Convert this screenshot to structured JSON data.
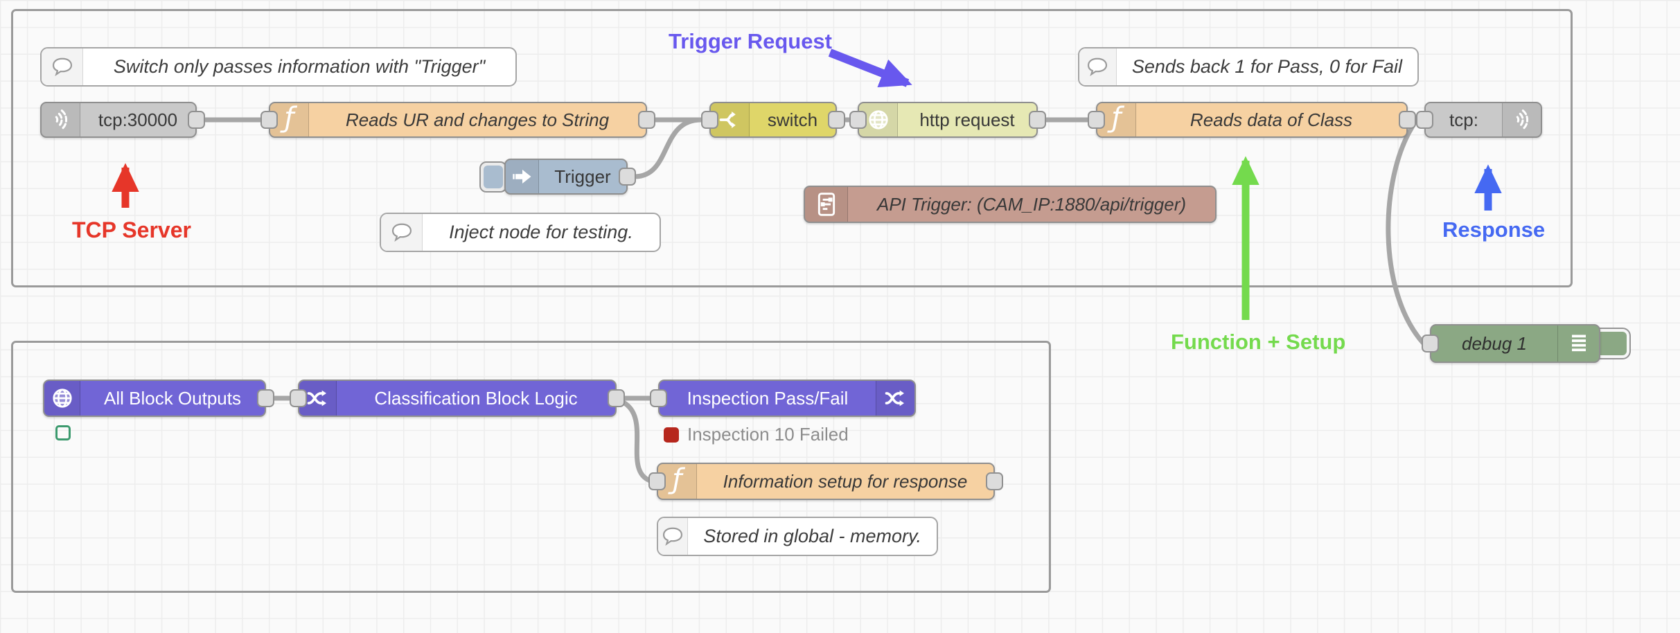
{
  "app": "node-red-flow-editor",
  "nodes": {
    "tcp_in": {
      "label": "tcp:30000",
      "type": "tcp in",
      "color": "#c9c9c9"
    },
    "func_read_ur": {
      "label": "Reads UR and changes to String",
      "type": "function",
      "color": "#f6d1a2"
    },
    "switch": {
      "label": "switch",
      "type": "switch",
      "color": "#dfd669"
    },
    "http_request": {
      "label": "http request",
      "type": "http request",
      "color": "#e6e8b4"
    },
    "func_read_class": {
      "label": "Reads data of Class",
      "type": "function",
      "color": "#f6d1a2"
    },
    "tcp_out": {
      "label": "tcp:",
      "type": "tcp out",
      "color": "#c9c9c9"
    },
    "trigger": {
      "label": "Trigger",
      "type": "inject",
      "color": "#a9bccf"
    },
    "api": {
      "label": "API Trigger: (CAM_IP:1880/api/trigger)",
      "type": "template",
      "color": "#c59c90"
    },
    "debug": {
      "label": "debug 1",
      "type": "debug",
      "color": "#8ba884"
    },
    "all_block": {
      "label": "All Block Outputs",
      "type": "subflow",
      "color": "#7165d6"
    },
    "classification": {
      "label": "Classification Block Logic",
      "type": "subflow",
      "color": "#7165d6"
    },
    "inspection": {
      "label": "Inspection Pass/Fail",
      "type": "subflow",
      "color": "#7165d6"
    },
    "func_info": {
      "label": "Information setup for response",
      "type": "function",
      "color": "#f6d1a2"
    }
  },
  "comments": {
    "c1": {
      "label": "Switch only passes information with \"Trigger\""
    },
    "c2": {
      "label": "Sends back 1 for Pass, 0 for Fail"
    },
    "c3": {
      "label": "Inject node for testing."
    },
    "c4": {
      "label": "Stored in global - memory."
    }
  },
  "annotations": {
    "trigger_request": {
      "label": "Trigger Request",
      "color": "#6858ee"
    },
    "tcp_server": {
      "label": "TCP Server",
      "color": "#e63629"
    },
    "response": {
      "label": "Response",
      "color": "#4569f2"
    },
    "function_setup": {
      "label": "Function + Setup",
      "color": "#74da4d"
    }
  },
  "statuses": {
    "inspection": {
      "label": "Inspection 10 Failed",
      "dot_color": "#b6271d"
    },
    "all_block": {
      "dot_color": "#3c9a6e"
    }
  },
  "colors": {
    "wire": "#a6a6a6",
    "group_border": "#9a9a9a",
    "port": "#dcdcdc",
    "background": "#fafafa"
  }
}
